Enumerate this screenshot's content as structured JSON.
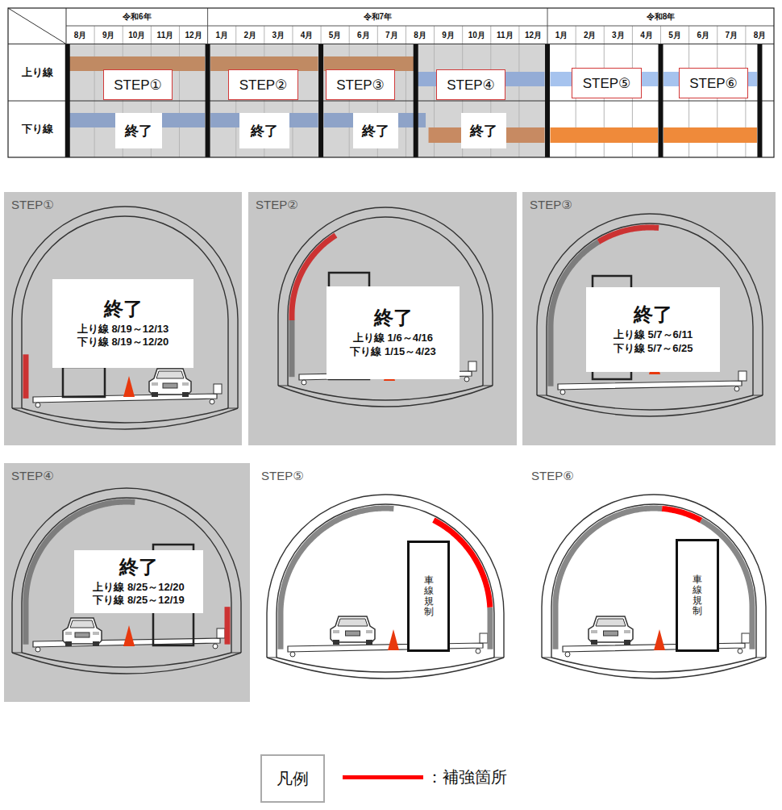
{
  "diagram": {
    "nodes": [
      {
        "text": [
          "STEP①"
        ]
      },
      {
        "text": [
          "STEP②"
        ]
      },
      {
        "text": [
          "STEP③"
        ]
      },
      {
        "text": [
          "STEP④"
        ]
      },
      {
        "text": [
          "STEP⑤"
        ]
      },
      {
        "text": [
          "STEP⑥"
        ]
      },
      {
        "text": [
          "終了"
        ]
      },
      {
        "text": [
          "終了"
        ]
      },
      {
        "text": [
          "終了"
        ]
      },
      {
        "text": [
          "終了"
        ]
      },
      {
        "text": [
          "STEP①"
        ]
      },
      {
        "text": [
          "終了",
          "上り線 8/19～12/13",
          "下り線 8/19～12/20"
        ],
        "in": 10
      },
      {
        "text": [
          "STEP②"
        ]
      },
      {
        "text": [
          "終了",
          "上り線 1/6～4/16",
          "下り線 1/15～4/23"
        ],
        "in": 12
      },
      {
        "text": [
          "STEP③"
        ]
      },
      {
        "text": [
          "終了",
          "上り線 5/7～6/11",
          "下り線 5/7～6/25"
        ],
        "in": 14
      },
      {
        "text": [
          "STEP④"
        ]
      },
      {
        "text": [
          "終了",
          "上り線 8/25～12/20",
          "下り線 8/25～12/19"
        ],
        "in": 16
      },
      {
        "text": [
          "STEP⑤"
        ]
      },
      {
        "text": [
          "車線規制"
        ],
        "in": 18
      },
      {
        "text": [
          "STEP⑥"
        ]
      },
      {
        "text": [
          "車線規制"
        ],
        "in": 20
      },
      {
        "text": [
          "凡例"
        ]
      }
    ],
    "labels": [
      "令和6年",
      "令和7年",
      "令和8年",
      "8月",
      "9月",
      "10月",
      "11月",
      "12月",
      "1月",
      "2月",
      "3月",
      "4月",
      "5月",
      "6月",
      "7月",
      "8月",
      "9月",
      "10月",
      "11月",
      "12月",
      "1月",
      "2月",
      "3月",
      "4月",
      "5月",
      "6月",
      "7月",
      "8月",
      "上り線",
      "下り線"
    ],
    "legend": [
      {
        "text": "：補強箇所",
        "color": "#ff0000"
      }
    ]
  }
}
